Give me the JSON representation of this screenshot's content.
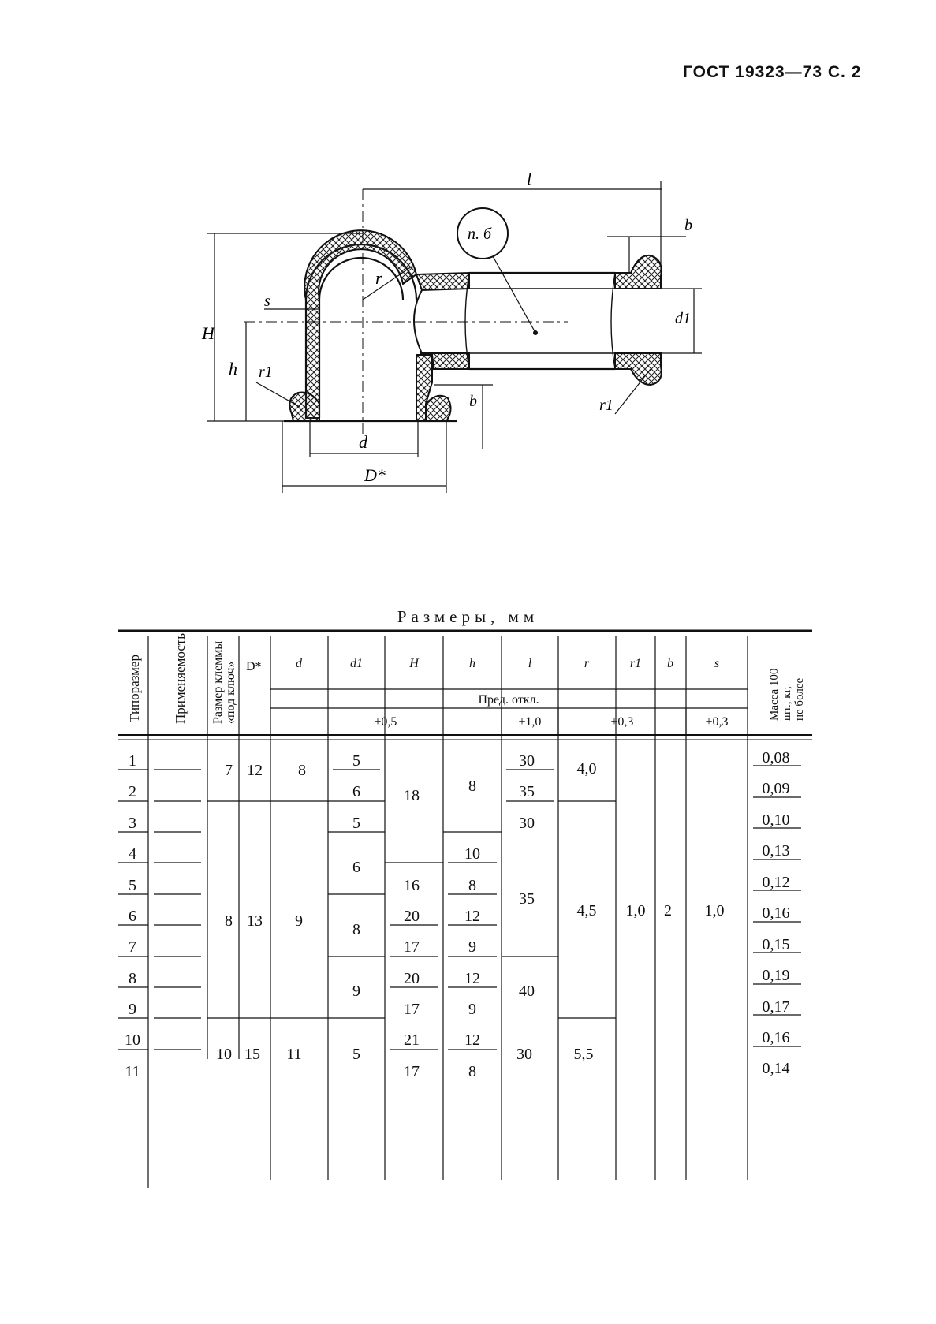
{
  "header": {
    "text": "ГОСТ 19323—73 С. 2"
  },
  "drawing": {
    "labels": {
      "l": "l",
      "b_top": "b",
      "section": "п. б",
      "r": "r",
      "s": "s",
      "H": "H",
      "h": "h",
      "r1_left": "r1",
      "d1": "d1",
      "r1_right": "r1",
      "b_low": "b",
      "d": "d",
      "D": "D*"
    }
  },
  "caption": "Размеры, мм",
  "table": {
    "headers": {
      "type": "Типоразмер",
      "usage": "Применяемость",
      "clamp": [
        "Размер клеммы",
        "«под ключ»"
      ],
      "D": "D*",
      "cols": [
        "d",
        "d1",
        "H",
        "h",
        "l",
        "r",
        "r1",
        "b",
        "s"
      ],
      "tol_title": "Пред. откл.",
      "tol_05": "±0,5",
      "tol_10": "±1,0",
      "tol_03": "±0,3",
      "tol_s": "+0,3",
      "mass": [
        "Масса 100",
        "шт., кг,",
        "не более"
      ]
    },
    "rows": {
      "type": [
        "1",
        "2",
        "3",
        "4",
        "5",
        "6",
        "7",
        "8",
        "9",
        "10",
        "11"
      ],
      "mass": [
        "0,08",
        "0,09",
        "0,10",
        "0,13",
        "0,12",
        "0,16",
        "0,15",
        "0,19",
        "0,17",
        "0,16",
        "0,14"
      ]
    },
    "values": {
      "clamp": [
        "7",
        "8",
        "10"
      ],
      "D": [
        "12",
        "13",
        "15"
      ],
      "d": [
        "8",
        "9",
        "11"
      ],
      "d1": [
        "5",
        "6",
        "5",
        "6",
        "8",
        "9",
        "5"
      ],
      "H": [
        "18",
        "16",
        "20",
        "17",
        "20",
        "17",
        "21",
        "17"
      ],
      "h": [
        "8",
        "10",
        "8",
        "12",
        "9",
        "12",
        "9",
        "12",
        "8"
      ],
      "l": [
        "30",
        "35",
        "30",
        "35",
        "40",
        "30"
      ],
      "r": [
        "4,0",
        "4,5",
        "5,5"
      ],
      "r1": "1,0",
      "b": "2",
      "s": "1,0"
    }
  }
}
